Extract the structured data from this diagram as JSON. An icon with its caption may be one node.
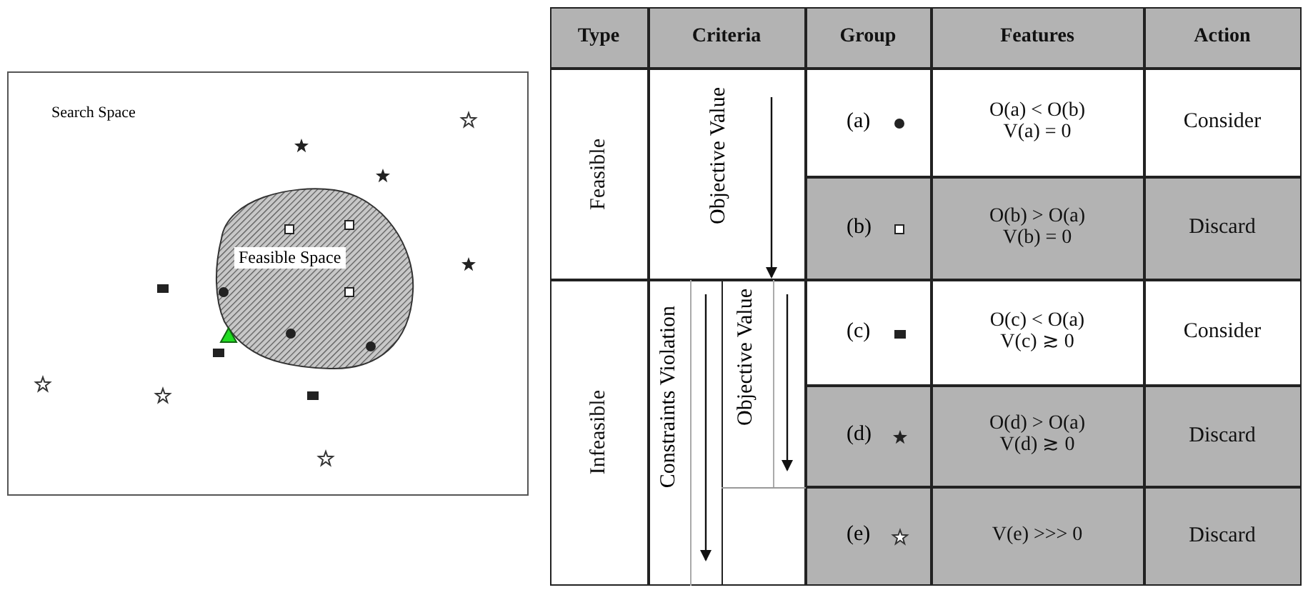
{
  "diagram": {
    "nodes": [
      {
        "text": [
          "Search Space"
        ]
      },
      {
        "text": [
          "Feasible Space"
        ],
        "in": 0
      }
    ],
    "edges": [],
    "labels": [
      "Type",
      "Criteria",
      "Group",
      "Features",
      "Action",
      "Feasible",
      "Objective Value",
      "(a)",
      "O(a) < O(b) V(a) = 0",
      "Consider",
      "(b)",
      "O(b) > O(a) V(b) = 0",
      "Discard",
      "Infeasible",
      "Constraints Violation",
      "Objective Value",
      "(c)",
      "O(c) < O(a) V(c) ≳ 0",
      "Consider",
      "(d)",
      "O(d) > O(a) V(d) ≳ 0",
      "Discard",
      "(e)",
      "V(e) >>> 0",
      "Discard"
    ]
  }
}
